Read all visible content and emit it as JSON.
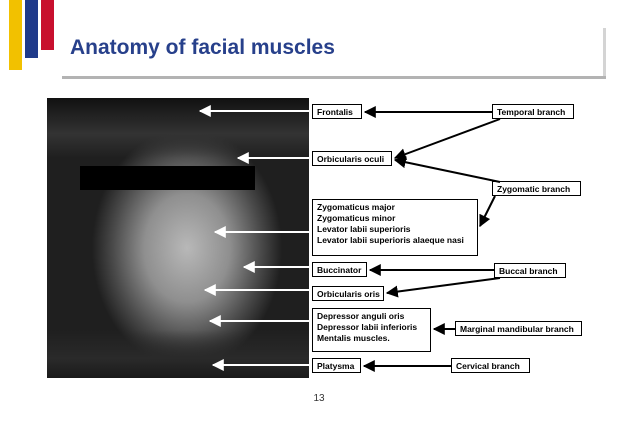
{
  "slide": {
    "title": "Anatomy of facial muscles",
    "page_number": "13",
    "accent_colors": {
      "yellow": "#f2c100",
      "navy": "#1f3a8a",
      "red": "#c8102e",
      "title": "#27408b"
    }
  },
  "diagram": {
    "muscles": [
      {
        "id": "frontalis",
        "lines": [
          "Frontalis"
        ]
      },
      {
        "id": "orbicularis-oculi",
        "lines": [
          "Orbicularis oculi"
        ]
      },
      {
        "id": "zygomatic-group",
        "lines": [
          "Zygomaticus major",
          "Zygomaticus minor",
          "Levator labii superioris",
          "Levator labii superioris alaeque nasi"
        ]
      },
      {
        "id": "buccinator",
        "lines": [
          "Buccinator"
        ]
      },
      {
        "id": "orbicularis-oris",
        "lines": [
          "Orbicularis oris"
        ]
      },
      {
        "id": "lower-lip-group",
        "lines": [
          "Depressor anguli oris",
          "Depressor labii inferioris",
          "Mentalis muscles."
        ]
      },
      {
        "id": "platysma",
        "lines": [
          "Platysma"
        ]
      }
    ],
    "branches": [
      {
        "id": "temporal",
        "label": "Temporal branch"
      },
      {
        "id": "zygomatic",
        "label": "Zygomatic branch"
      },
      {
        "id": "buccal",
        "label": "Buccal branch"
      },
      {
        "id": "marginal-mandibular",
        "label": "Marginal mandibular branch"
      },
      {
        "id": "cervical",
        "label": "Cervical branch"
      }
    ],
    "connections": [
      [
        "temporal",
        "frontalis"
      ],
      [
        "temporal",
        "orbicularis-oculi"
      ],
      [
        "zygomatic",
        "orbicularis-oculi"
      ],
      [
        "zygomatic",
        "zygomatic-group"
      ],
      [
        "buccal",
        "buccinator"
      ],
      [
        "buccal",
        "orbicularis-oris"
      ],
      [
        "marginal-mandibular",
        "lower-lip-group"
      ],
      [
        "cervical",
        "platysma"
      ]
    ]
  }
}
